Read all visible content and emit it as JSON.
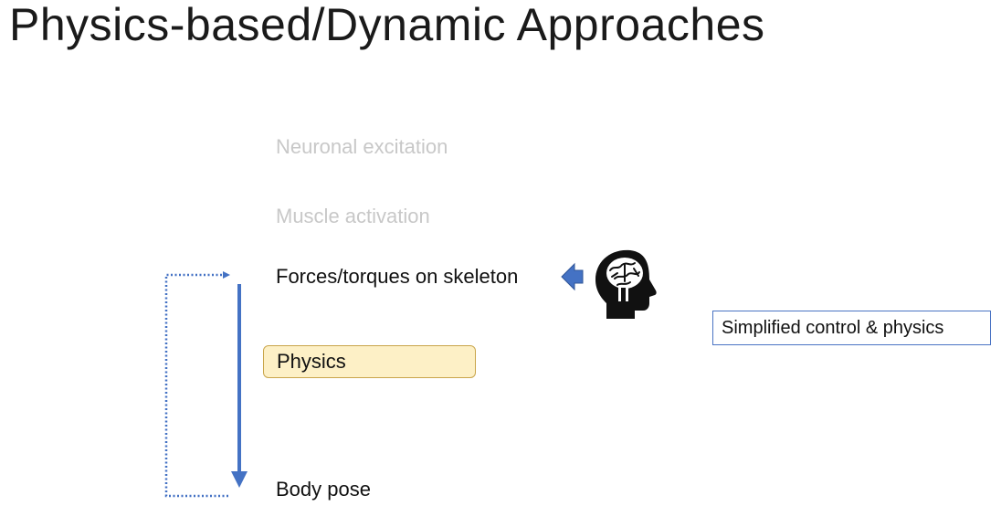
{
  "slide": {
    "title": "Physics-based/Dynamic Approaches"
  },
  "diagram": {
    "labels": {
      "neuronal": "Neuronal excitation",
      "muscle": "Muscle activation",
      "forces": "Forces/torques on skeleton",
      "physics": "Physics",
      "body_pose": "Body pose"
    },
    "note": "Simplified control & physics",
    "icons": [
      "brain-head-icon",
      "left-arrow-icon"
    ],
    "colors": {
      "arrow": "#4472c4",
      "physics_fill": "#fdf0c6",
      "physics_border": "#c9a54a",
      "faded_text": "#c8c8c8"
    }
  }
}
